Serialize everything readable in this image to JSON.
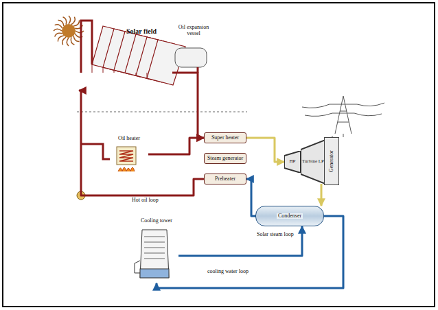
{
  "diagram": {
    "nodes": [
      {
        "text": [
          "Solar field"
        ]
      },
      {
        "text": [
          "Oil expansion vessel"
        ]
      },
      {
        "text": [
          "Oil heater"
        ]
      },
      {
        "text": [
          "Super heater"
        ]
      },
      {
        "text": [
          "Steam generator"
        ]
      },
      {
        "text": [
          "Preheater"
        ]
      },
      {
        "text": [
          "HP"
        ]
      },
      {
        "text": [
          "Turbine LP"
        ]
      },
      {
        "text": [
          "Generator"
        ]
      },
      {
        "text": [
          "Condenser"
        ]
      },
      {
        "text": [
          "Cooling tower"
        ]
      }
    ],
    "edges": [
      {
        "from": 3,
        "to": 6,
        "arrow": "to"
      },
      {
        "from": 7,
        "to": 9,
        "arrow": "to"
      },
      {
        "from": 9,
        "to": 5,
        "arrow": "to"
      },
      {
        "from": 9,
        "to": 10,
        "arrow": "to"
      },
      {
        "from": 10,
        "to": 9,
        "arrow": "to"
      },
      {
        "from": 0,
        "to": 3,
        "arrow": "to"
      },
      {
        "from": 2,
        "to": 3,
        "arrow": "to"
      },
      {
        "from": 5,
        "to": 0,
        "arrow": "to"
      }
    ],
    "labels": [
      "Hot oil loop",
      "Solar steam loop",
      "cooling water loop"
    ]
  }
}
